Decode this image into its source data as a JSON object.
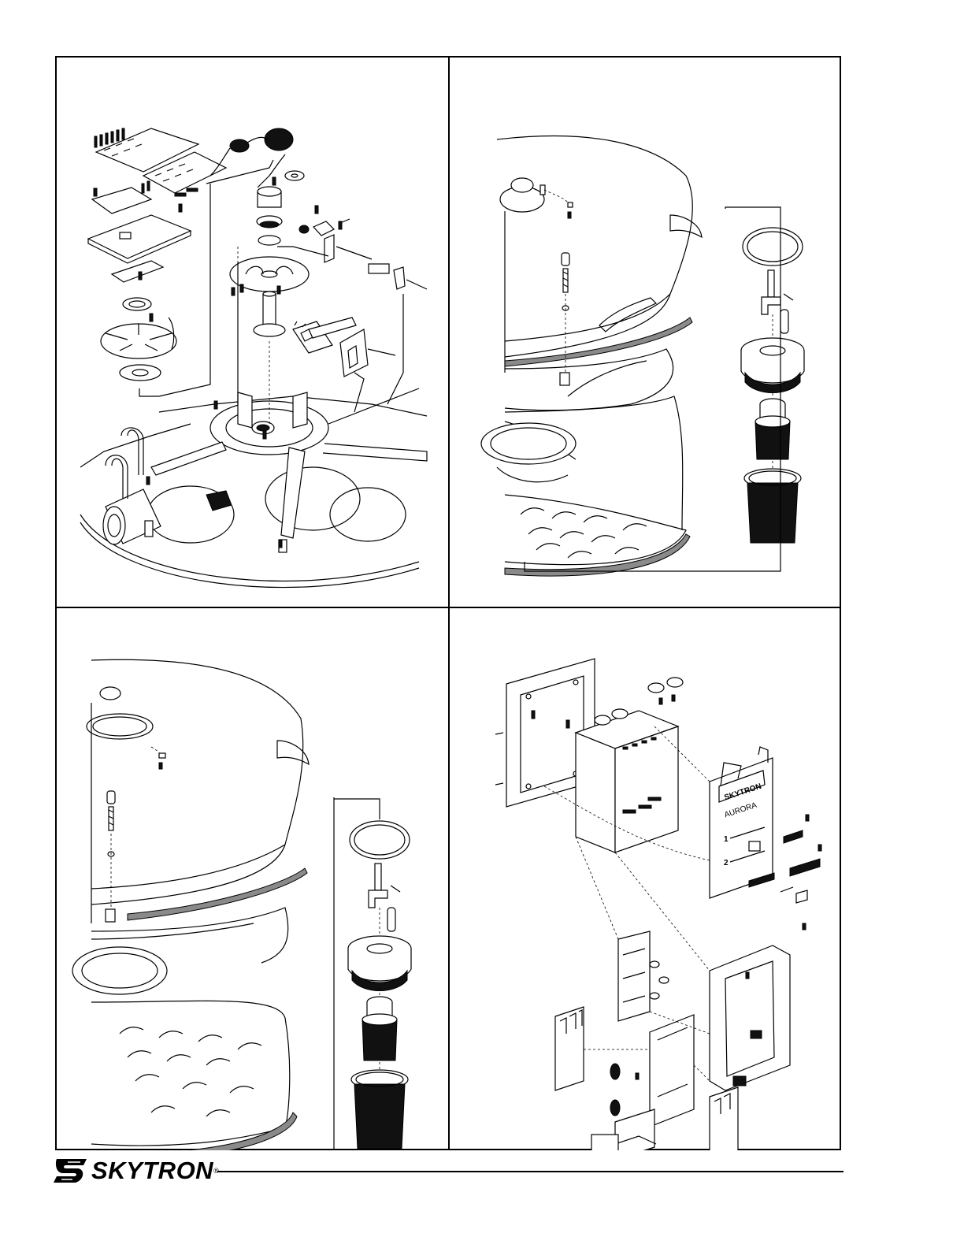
{
  "document": {
    "panels": [
      {
        "id": "light-head-yoke-assembly",
        "description_icon": "exploded-view-icon"
      },
      {
        "id": "camera-handle-assembly-top",
        "description_icon": "exploded-view-icon"
      },
      {
        "id": "camera-handle-assembly-bottom",
        "description_icon": "exploded-view-icon"
      },
      {
        "id": "control-box-assembly",
        "description_icon": "exploded-view-icon"
      }
    ],
    "control_box": {
      "brand_label": "SKYTRON",
      "model_label": "AURORA",
      "channel_1": "1",
      "channel_2": "2"
    },
    "footer": {
      "brand": "SKYTRON",
      "registered": "®"
    },
    "colors": {
      "line": "#000000",
      "shade": "#8a8a8a",
      "background": "#ffffff"
    }
  }
}
